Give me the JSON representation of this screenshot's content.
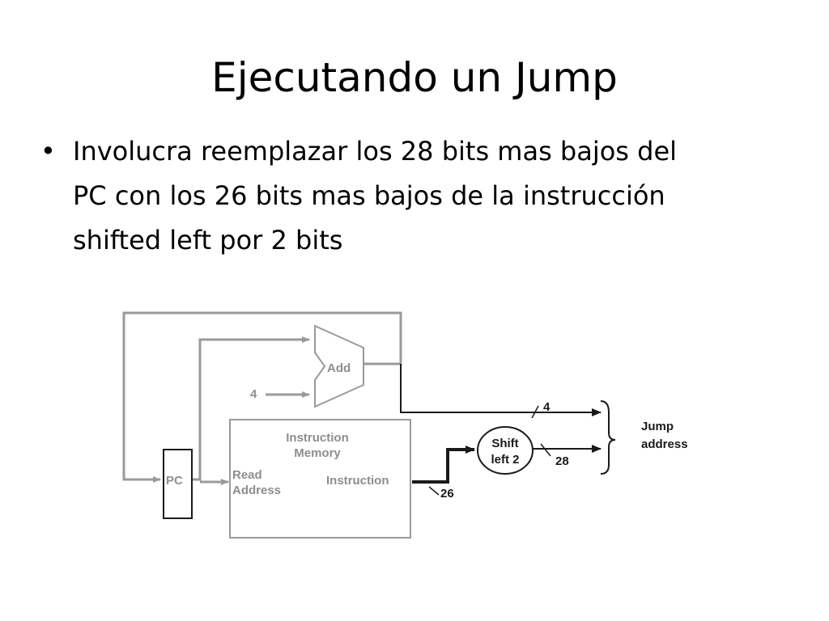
{
  "slide": {
    "title": "Ejecutando un Jump",
    "bullet": {
      "lines": [
        "Involucra reemplazar los 28 bits mas bajos del",
        "PC con los 26 bits mas bajos de la instrucción",
        "shifted left por 2 bits"
      ]
    }
  },
  "diagram": {
    "add_label": "Add",
    "constant_four": "4",
    "memory_title_line1": "Instruction",
    "memory_title_line2": "Memory",
    "read_address_line1": "Read",
    "read_address_line2": "Address",
    "instruction_label": "Instruction",
    "pc_label": "PC",
    "shift_line1": "Shift",
    "shift_line2": "left 2",
    "width_4": "4",
    "width_26": "26",
    "width_28": "28",
    "jump_line1": "Jump",
    "jump_line2": "address"
  }
}
